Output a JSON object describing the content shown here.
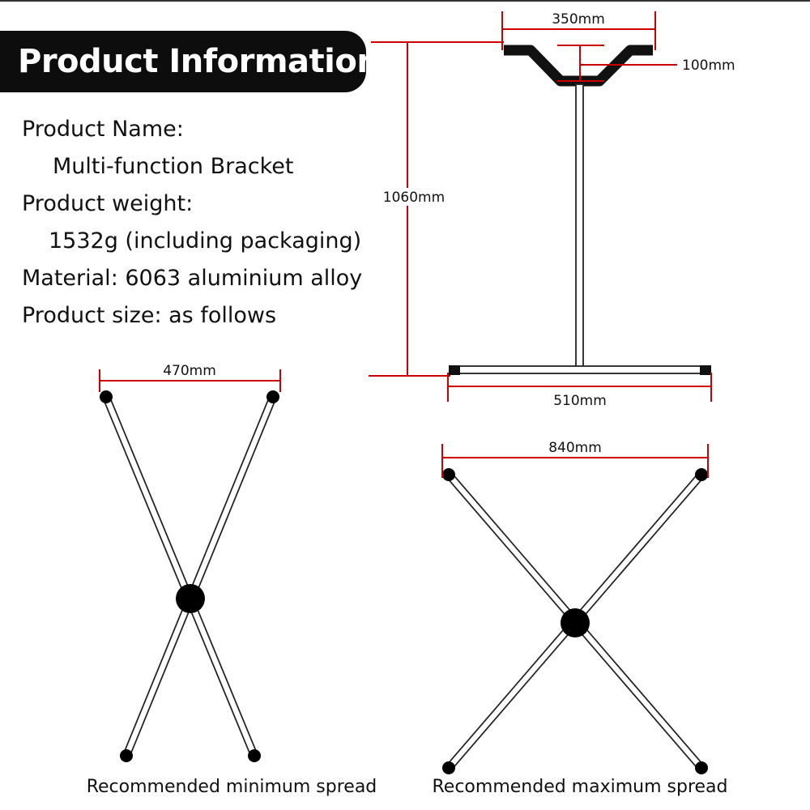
{
  "header": {
    "title": "Product Information"
  },
  "info": {
    "name_label": "Product Name:",
    "name_value": "Multi-function Bracket",
    "weight_label": "Product weight:",
    "weight_value": "1532g (including packaging)",
    "material": "Material: 6063 aluminium alloy",
    "size": "Product size: as follows"
  },
  "dimensions": {
    "top_width": "350mm",
    "top_depth": "100mm",
    "height": "1060mm",
    "base_width": "510mm",
    "min_spread": "470mm",
    "max_spread": "840mm"
  },
  "captions": {
    "min": "Recommended minimum spread",
    "max": "Recommended maximum spread"
  },
  "colors": {
    "dimension_line": "#cc0000",
    "banner": "#0d0d0d",
    "tube": "#ffffff",
    "tube_outline": "#222222",
    "joint": "#000000"
  }
}
